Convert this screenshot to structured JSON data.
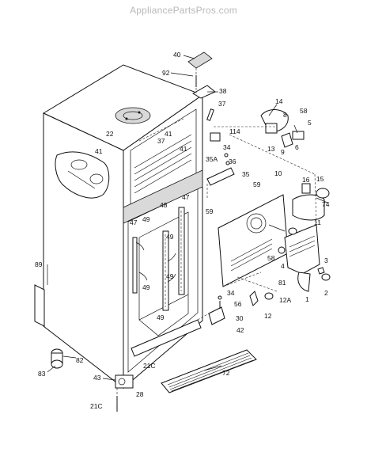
{
  "watermark": "AppliancePartsPros.com",
  "labels": [
    "40",
    "92",
    "38",
    "37",
    "14",
    "58",
    "8",
    "5",
    "22",
    "41",
    "41",
    "37",
    "114",
    "13",
    "9",
    "6",
    "41",
    "34",
    "36",
    "10",
    "16",
    "15",
    "35A",
    "35",
    "59",
    "74",
    "47",
    "59",
    "11",
    "47",
    "48",
    "49",
    "49",
    "58",
    "4",
    "49",
    "49",
    "81",
    "3",
    "89",
    "2",
    "12A",
    "1",
    "34",
    "56",
    "49",
    "30",
    "12",
    "42",
    "82",
    "21C",
    "72",
    "43",
    "83",
    "28",
    "21C"
  ]
}
